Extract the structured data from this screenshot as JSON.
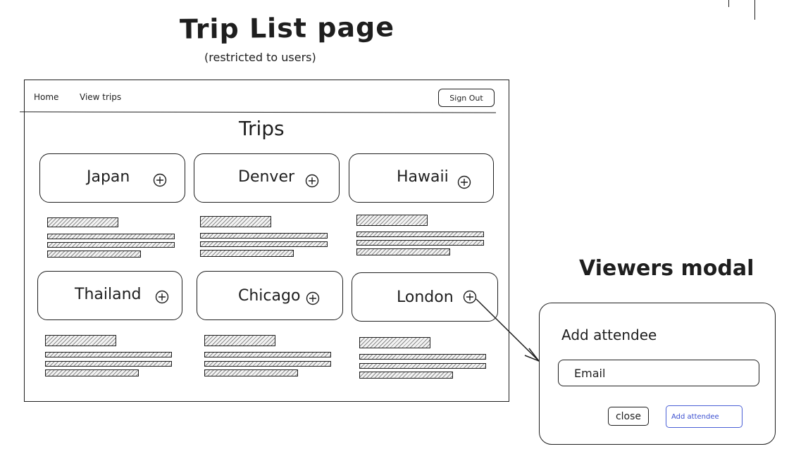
{
  "diagram": {
    "title": "Trip List page",
    "subtitle": "(restricted to users)"
  },
  "nav": {
    "home_label": "Home",
    "view_trips_label": "View trips",
    "sign_out_label": "Sign Out"
  },
  "main": {
    "heading": "Trips",
    "trips": [
      {
        "name": "Japan"
      },
      {
        "name": "Denver"
      },
      {
        "name": "Hawaii"
      },
      {
        "name": "Thailand"
      },
      {
        "name": "Chicago"
      },
      {
        "name": "London"
      }
    ]
  },
  "modal": {
    "heading": "Viewers modal",
    "title": "Add attendee",
    "email_placeholder": "Email",
    "close_label": "close",
    "add_label": "Add attendee",
    "add_button_color": "#3b4fd0"
  },
  "icons": {
    "add": "plus-circle-icon"
  }
}
